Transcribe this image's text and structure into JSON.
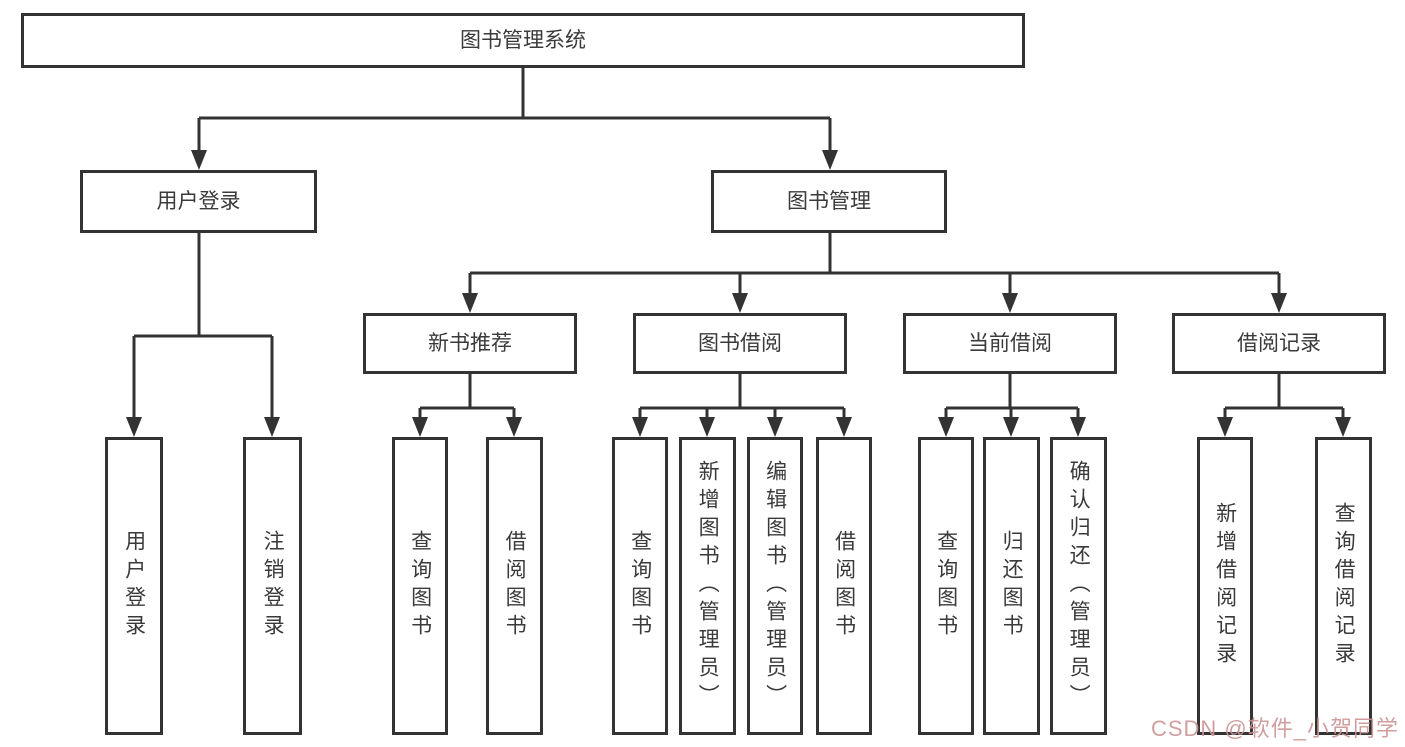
{
  "diagram": {
    "title": "图书管理系统",
    "level2": {
      "user_login": "用户登录",
      "book_mgmt": "图书管理"
    },
    "level3": {
      "new_book_rec": "新书推荐",
      "book_borrow": "图书借阅",
      "current_borrow": "当前借阅",
      "borrow_record": "借阅记录"
    },
    "leaves": {
      "user_login_leaf": "用户登录",
      "logout_leaf": "注销登录",
      "rec_query_book": "查询图书",
      "rec_borrow_book": "借阅图书",
      "bor_query_book": "查询图书",
      "bor_add_book": "新增图书（管理员）",
      "bor_edit_book": "编辑图书（管理员）",
      "bor_borrow_book": "借阅图书",
      "cur_query_book": "查询图书",
      "cur_return_book": "归还图书",
      "cur_confirm_return": "确认归还（管理员）",
      "log_add_record": "新增借阅记录",
      "log_query_record": "查询借阅记录"
    }
  },
  "watermark": "CSDN @软件_小贺同学",
  "colors": {
    "line": "#333333",
    "node_background": "#ffffff",
    "text": "#3a3a3a",
    "watermark": "#cc9494"
  }
}
